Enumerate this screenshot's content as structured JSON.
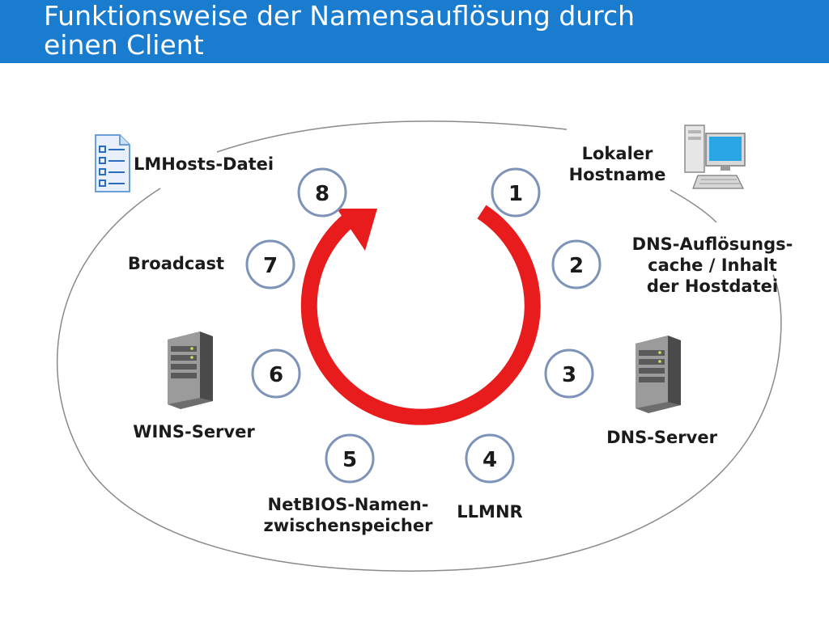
{
  "title": "Funktionsweise der Namensauflösung durch\neinen Client",
  "colors": {
    "header": "#1a7ccf",
    "arrow": "#e81c1c",
    "circle_stroke": "#7d93b8"
  },
  "steps": [
    {
      "number": "1",
      "label": "Lokaler\nHostname",
      "icon": "desktop-computer-icon"
    },
    {
      "number": "2",
      "label": "DNS-Auflösungs-\ncache / Inhalt\nder Hostdatei"
    },
    {
      "number": "3",
      "label": "DNS-Server",
      "icon": "server-tower-icon"
    },
    {
      "number": "4",
      "label": "LLMNR"
    },
    {
      "number": "5",
      "label": "NetBIOS-Namen-\nzwischenspeicher"
    },
    {
      "number": "6",
      "label": "WINS-Server",
      "icon": "server-tower-icon"
    },
    {
      "number": "7",
      "label": "Broadcast"
    },
    {
      "number": "8",
      "label": "LMHosts-Datei",
      "icon": "document-list-icon"
    }
  ]
}
